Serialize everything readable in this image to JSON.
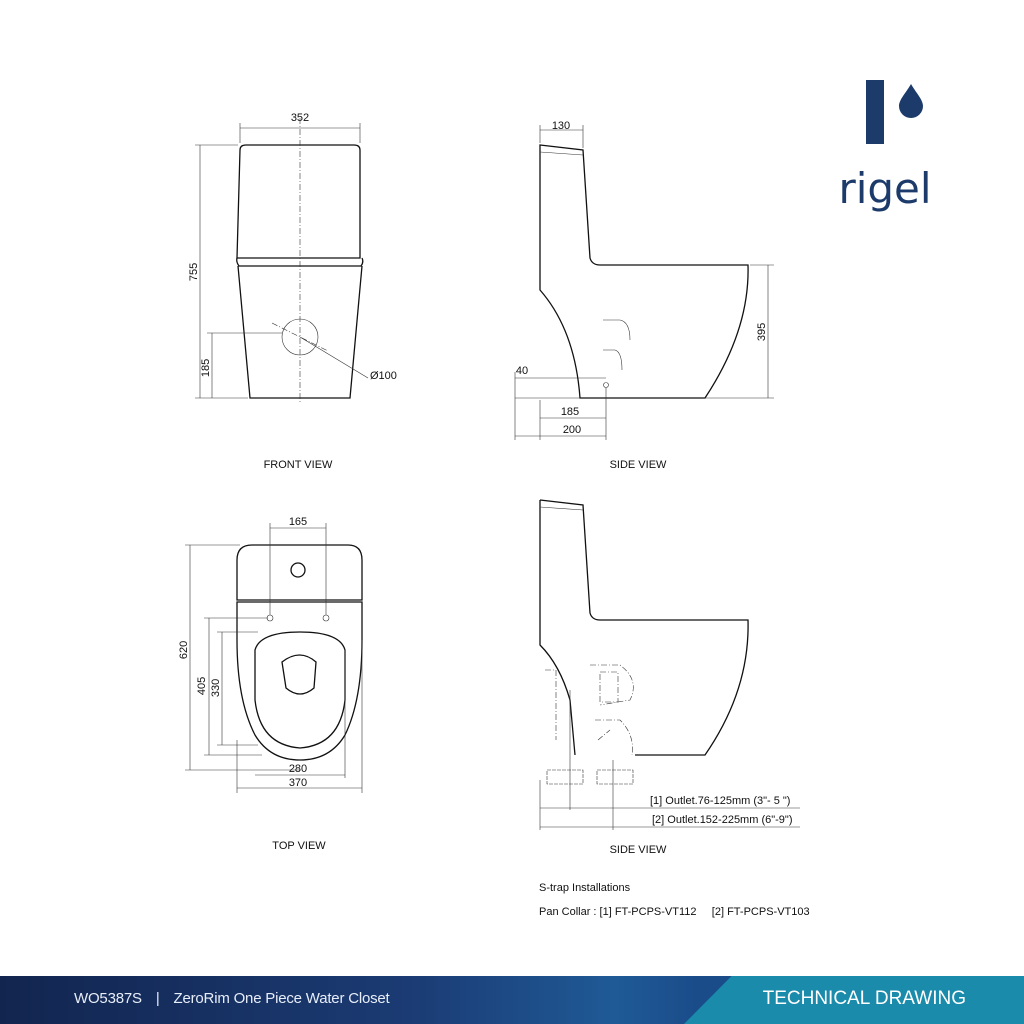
{
  "brand": {
    "name": "rigel",
    "color": "#1d3b6a"
  },
  "views": {
    "front": {
      "title": "FRONT VIEW",
      "width": "352",
      "height": "755",
      "outlet_height": "185",
      "outlet_dia": "Ø100"
    },
    "side": {
      "title": "SIDE VIEW",
      "tank_depth": "130",
      "seat_height": "395",
      "floor_offset": "40",
      "outlet_185": "185",
      "outlet_200": "200"
    },
    "top": {
      "title": "TOP VIEW",
      "hole_spacing": "165",
      "length": "620",
      "d405": "405",
      "d330": "330",
      "w280": "280",
      "w370": "370"
    },
    "side_strap": {
      "title": "SIDE VIEW",
      "outlet1": "[1] Outlet.76-125mm (3\"- 5 \")",
      "outlet2": "[2] Outlet.152-225mm (6\"-9\")"
    }
  },
  "notes": {
    "heading": "S-trap Installations",
    "pan_collar": "Pan Collar : [1] FT-PCPS-VT112     [2] FT-PCPS-VT103"
  },
  "footer": {
    "code": "WO5387S",
    "separator": "|",
    "product": "ZeroRim One Piece Water Closet",
    "label": "TECHNICAL DRAWING",
    "accent": "#1a8bab"
  }
}
